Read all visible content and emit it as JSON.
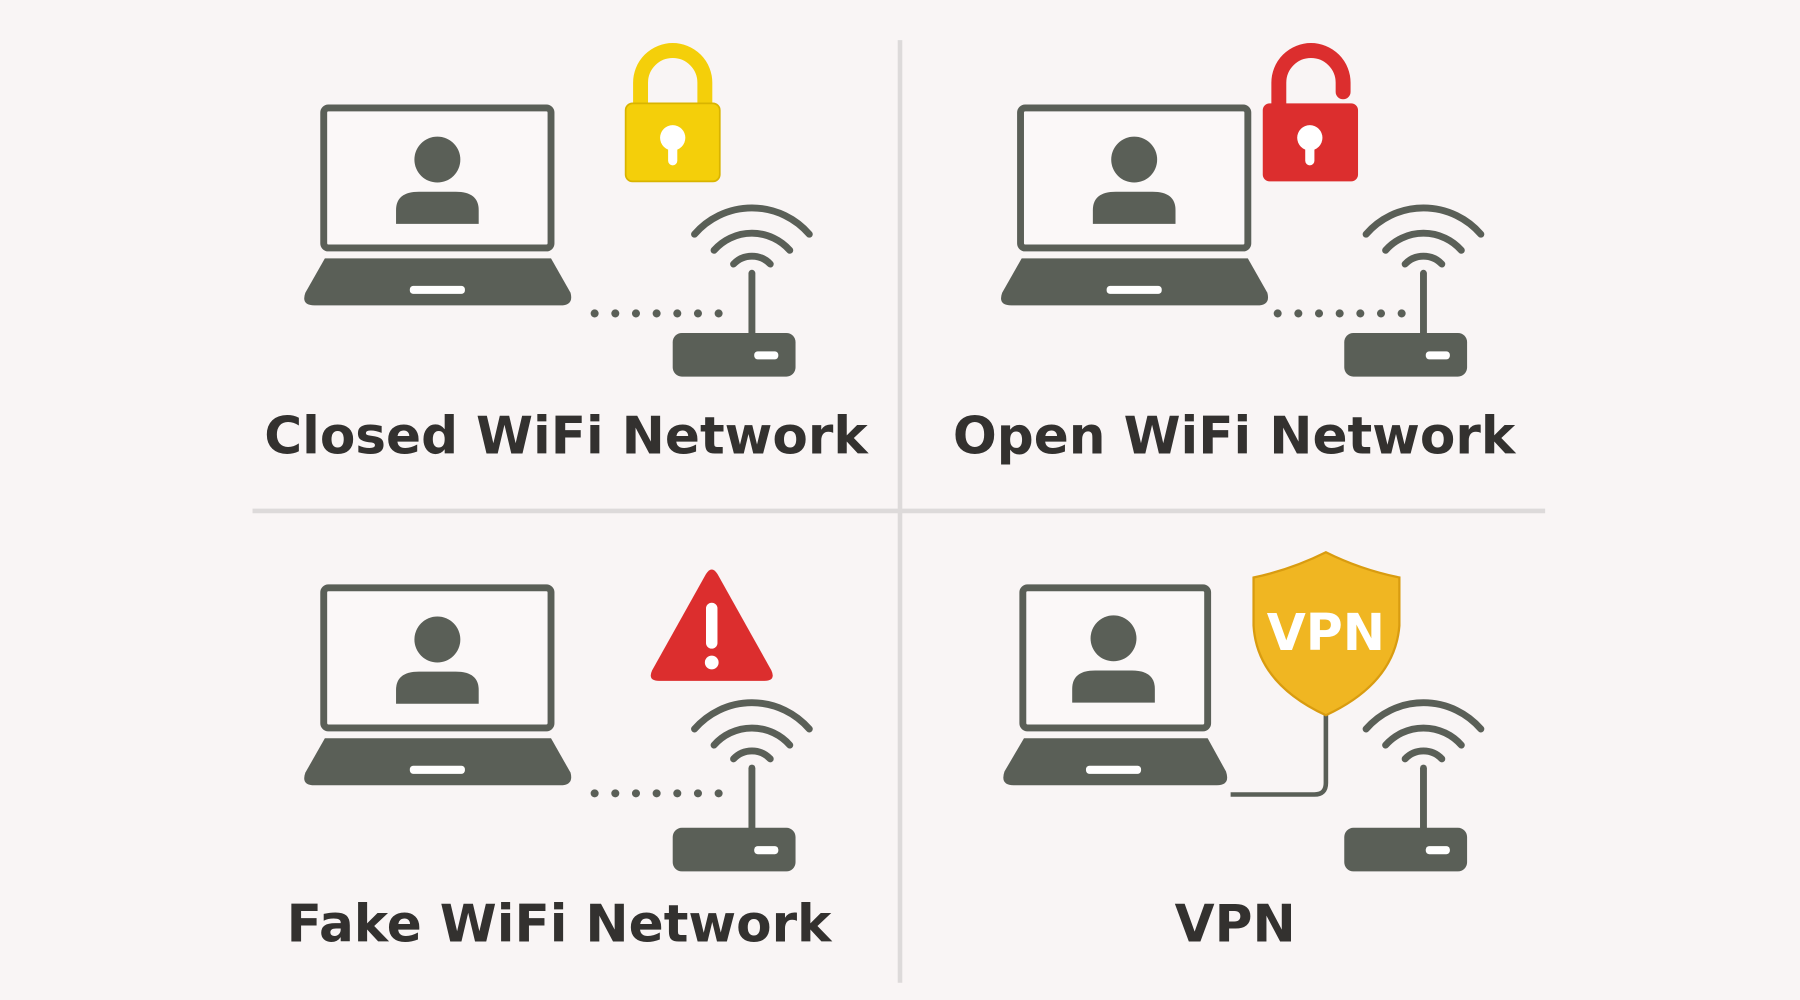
{
  "colors": {
    "background": "#f9f5f5",
    "device": "#5a5f57",
    "divider": "#dddada",
    "lock_closed": "#f4cf0a",
    "lock_open": "#dc2e2e",
    "warning": "#dc2e2e",
    "shield": "#f0b622"
  },
  "panels": [
    {
      "label": "Closed WiFi Network",
      "badge_icon": "lock-closed-icon"
    },
    {
      "label": "Open WiFi Network",
      "badge_icon": "lock-open-icon"
    },
    {
      "label": "Fake WiFi Network",
      "badge_icon": "warning-icon"
    },
    {
      "label": "VPN",
      "badge_icon": "vpn-shield-icon",
      "shield_text": "VPN"
    }
  ]
}
